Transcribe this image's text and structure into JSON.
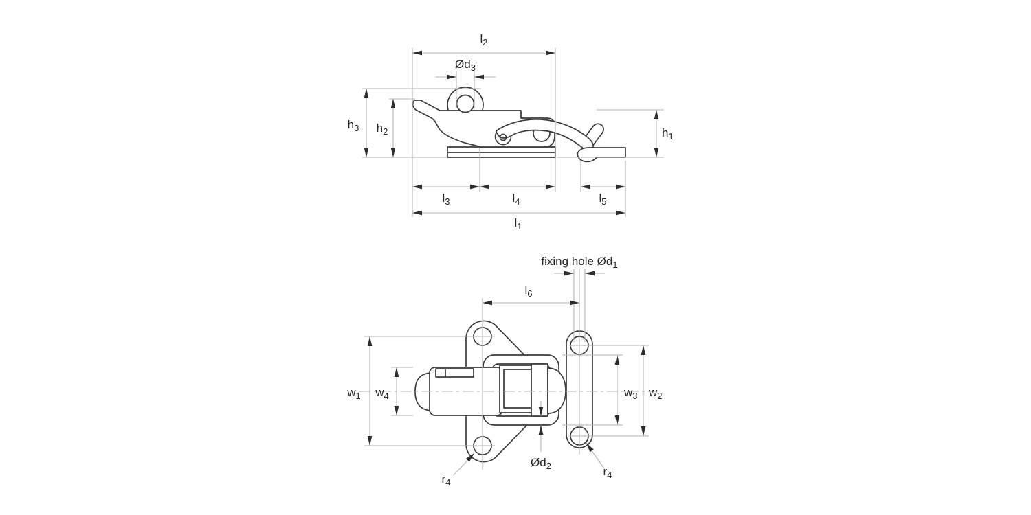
{
  "drawing": {
    "description": "Technical dimension drawing of a toggle latch (catch clamp), side elevation view and plan view",
    "colors": {
      "background": "#ffffff",
      "part_line": "#3a3a3c",
      "dimension_line": "#b3b3b3",
      "arrow": "#2d2d2f",
      "text": "#262626"
    },
    "side": {
      "l2": {
        "base": "l",
        "sub": "2"
      },
      "d3": {
        "base": "Ød",
        "sub": "3"
      },
      "h3": {
        "base": "h",
        "sub": "3"
      },
      "h2": {
        "base": "h",
        "sub": "2"
      },
      "h1": {
        "base": "h",
        "sub": "1"
      },
      "l3": {
        "base": "l",
        "sub": "3"
      },
      "l4": {
        "base": "l",
        "sub": "4"
      },
      "l5": {
        "base": "l",
        "sub": "5"
      },
      "l1": {
        "base": "l",
        "sub": "1"
      }
    },
    "plan": {
      "fixing_hole": {
        "base": "fixing hole Ød",
        "sub": "1"
      },
      "l6": {
        "base": "l",
        "sub": "6"
      },
      "w1": {
        "base": "w",
        "sub": "1"
      },
      "w4": {
        "base": "w",
        "sub": "4"
      },
      "w3": {
        "base": "w",
        "sub": "3"
      },
      "w2": {
        "base": "w",
        "sub": "2"
      },
      "d2": {
        "base": "Ød",
        "sub": "2"
      },
      "r4_left": {
        "base": "r",
        "sub": "4"
      },
      "r4_right": {
        "base": "r",
        "sub": "4"
      }
    }
  }
}
